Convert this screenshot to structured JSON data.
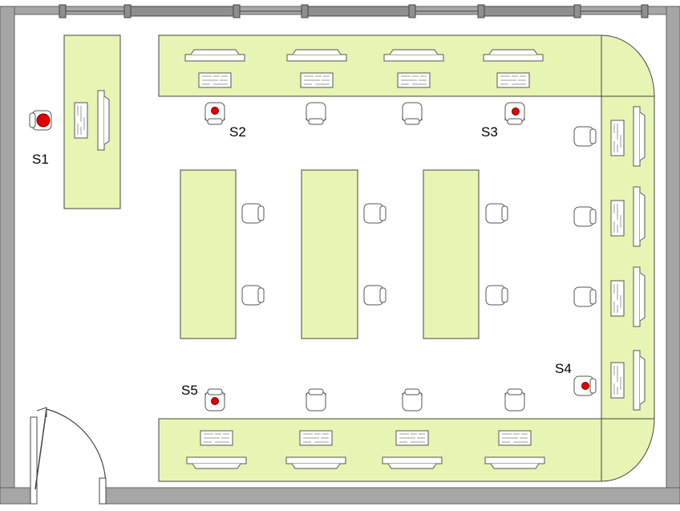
{
  "colors": {
    "desk": "#e6f5b4",
    "wall": "#a6a6a6",
    "wall_outline": "#606060",
    "window": "#8f8f8f",
    "sensor": "#e00000",
    "outline": "#555555"
  },
  "labels": {
    "s1": "S1",
    "s2": "S2",
    "s3": "S3",
    "s4": "S4",
    "s5": "S5"
  },
  "icons": {
    "chair": "chair-icon",
    "monitor": "monitor-icon",
    "keyboard": "keyboard-icon",
    "sensor": "sensor-dot-icon",
    "door": "door-swing-icon"
  }
}
